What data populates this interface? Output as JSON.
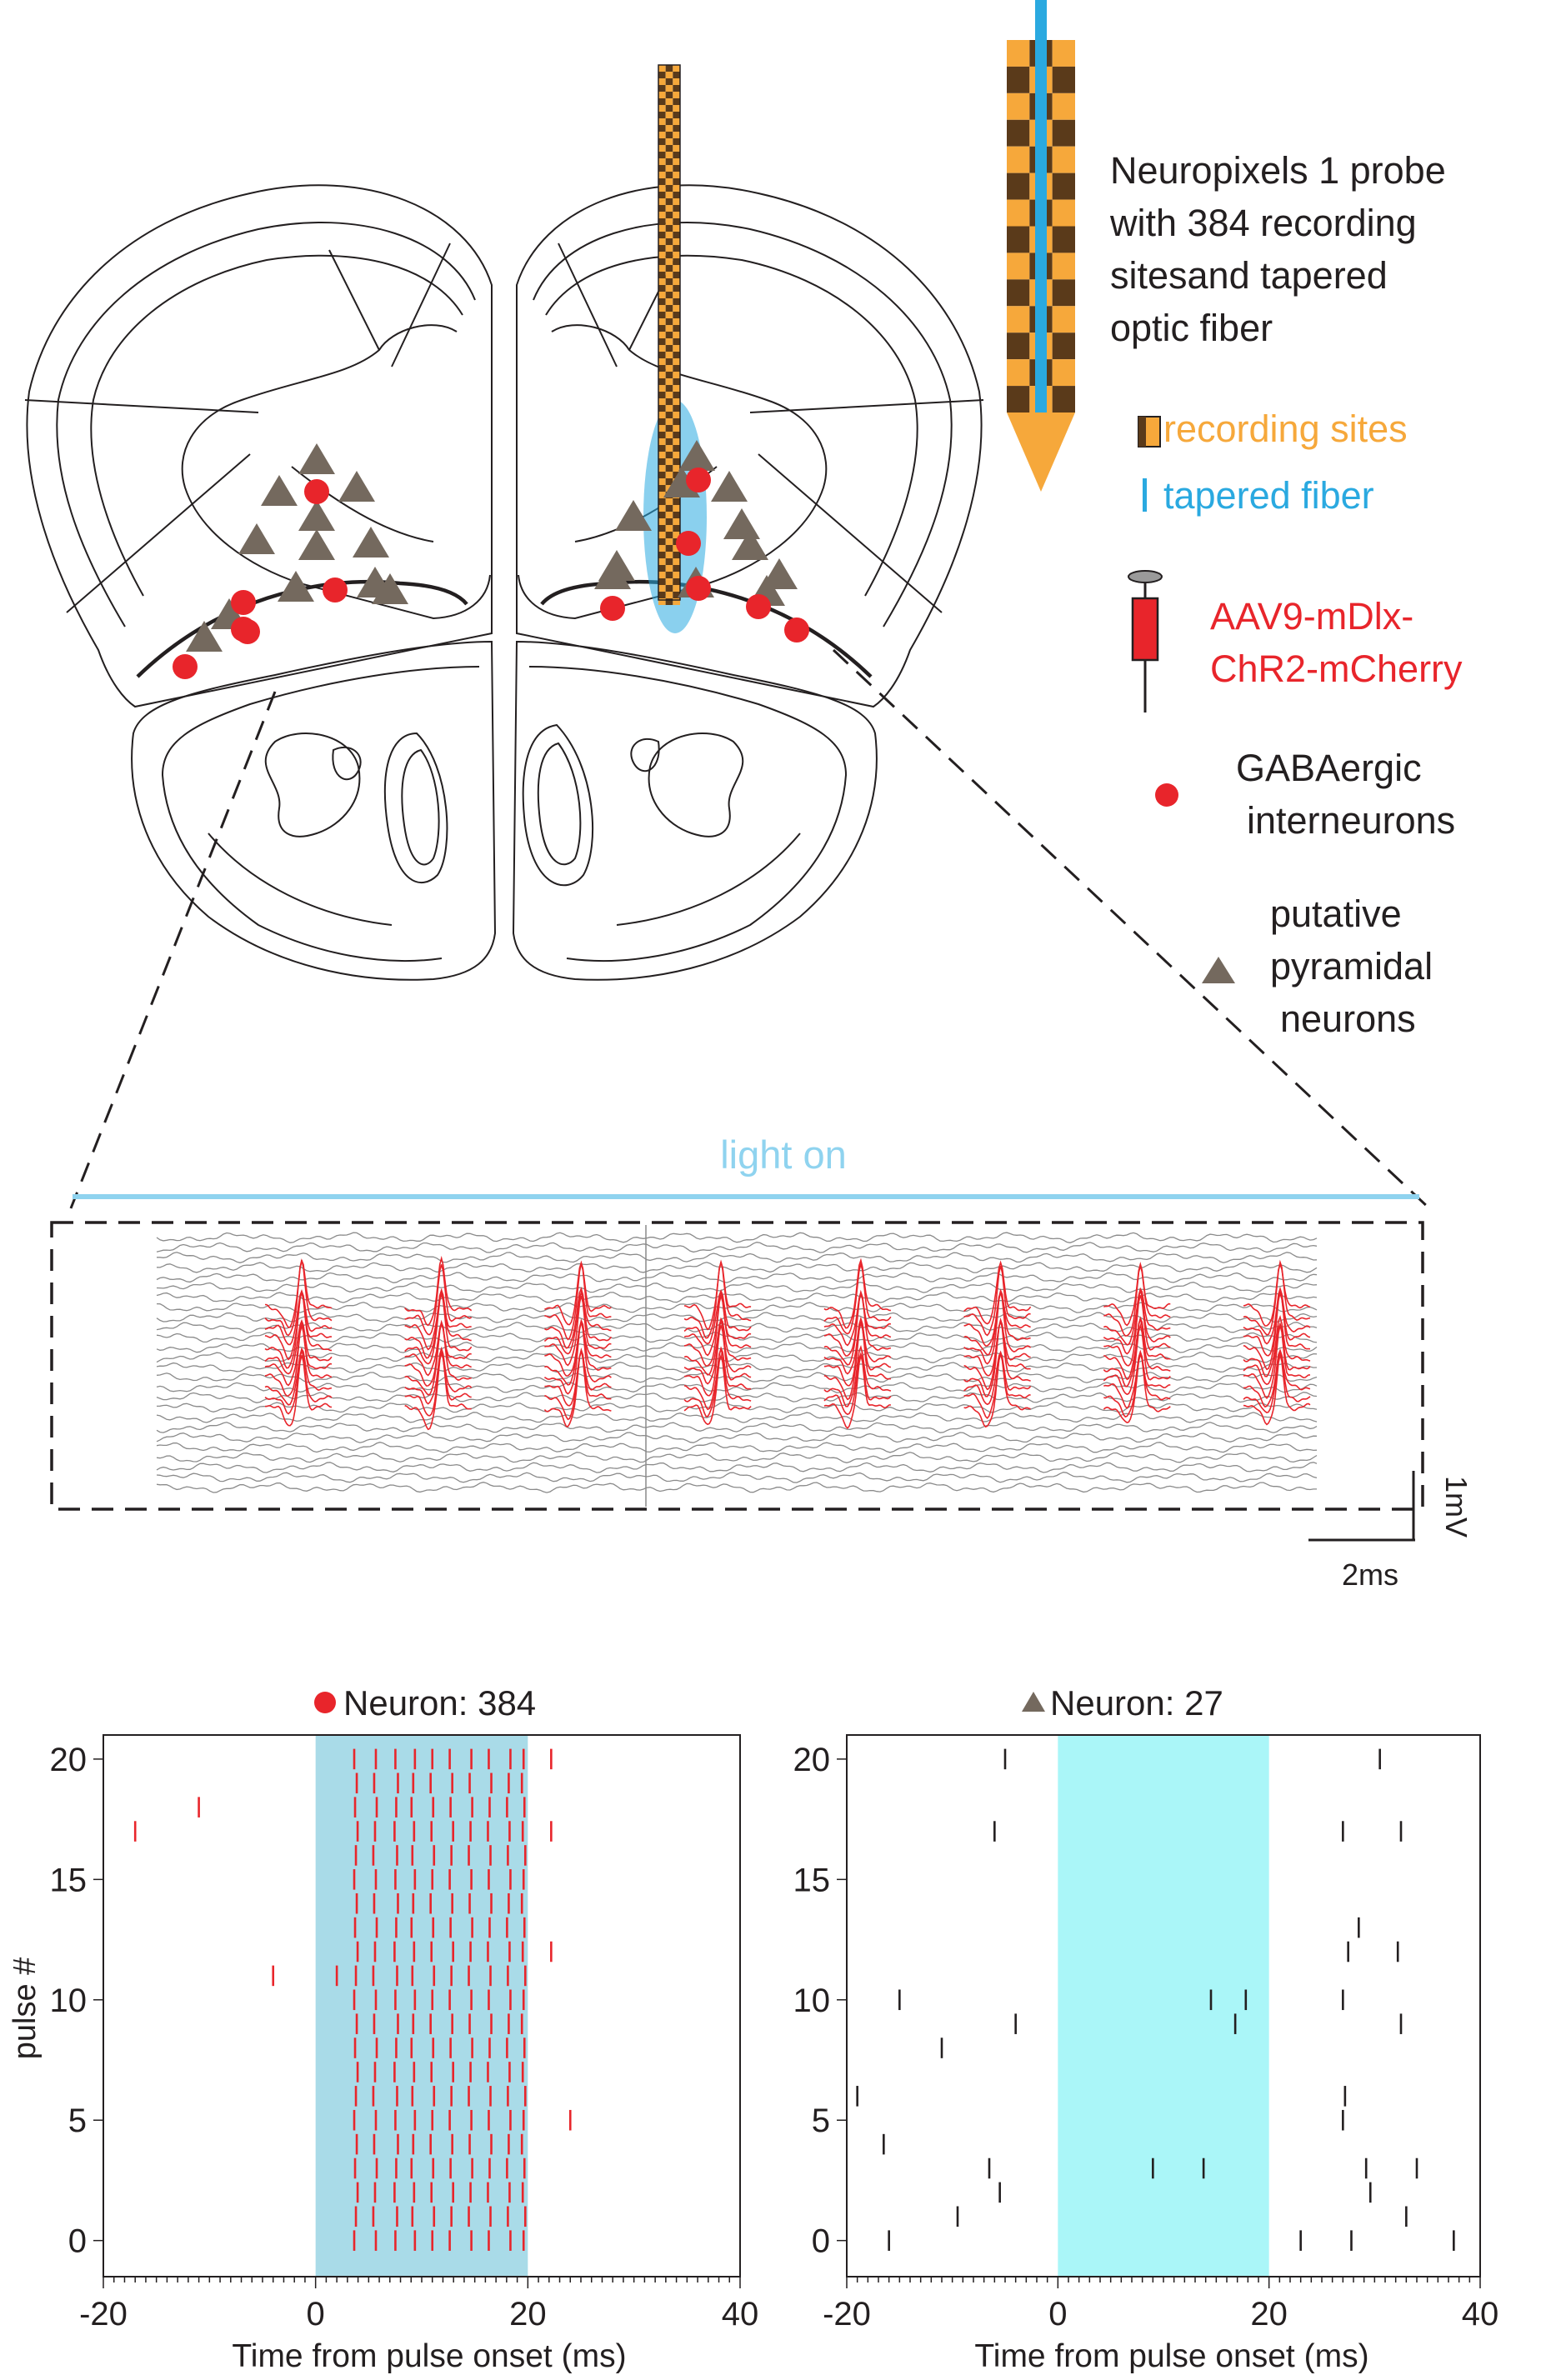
{
  "legend": {
    "probe_description": [
      "Neuropixels 1 probe",
      "with 384 recording",
      "sitesand tapered",
      "optic fiber"
    ],
    "recording_sites": "recording sites",
    "tapered_fiber": "tapered fiber",
    "virus": [
      "AAV9-mDlx-",
      "ChR2-mCherry"
    ],
    "gabaergic": [
      "GABAergic",
      "interneurons"
    ],
    "pyramidal": [
      "putative",
      "pyramidal",
      "neurons"
    ]
  },
  "trace": {
    "light_label": "light on",
    "scale_v": "1mV",
    "scale_t": "2ms",
    "spike_count": 8,
    "channel_count": 26
  },
  "colors": {
    "interneuron": "#e8252b",
    "pyramidal": "#74695e",
    "fiber": "#2aa9e0",
    "recording_site": "#f6a83b",
    "light_bar": "#8fd3ef",
    "shade_left": "#a9dbe8",
    "shade_right": "#aaf6f8",
    "text_red": "#e8252b",
    "text_blue": "#2aa9e0",
    "text_orange": "#f6a83b"
  },
  "chart_data": [
    {
      "type": "scatter",
      "title": "Neuron: 384",
      "marker": "circle",
      "xlabel": "Time from pulse onset (ms)",
      "ylabel": "pulse #",
      "xlim": [
        -20,
        40
      ],
      "ylim": [
        -1.5,
        21
      ],
      "xticks": [
        -20,
        0,
        20,
        40
      ],
      "xtick_labels": [
        "-20",
        "0",
        "20",
        "40"
      ],
      "yticks": [
        0,
        5,
        10,
        15,
        20
      ],
      "light_window": [
        0,
        20
      ],
      "spike_color": "#e8252b",
      "in_window_spike_times": [
        3.8,
        5.6,
        7.6,
        9.2,
        11.0,
        12.8,
        14.6,
        16.4,
        18.2,
        19.6
      ],
      "in_window_pulses": [
        0,
        20
      ],
      "extra_spikes": [
        {
          "x": -17,
          "y": 17
        },
        {
          "x": -11,
          "y": 18
        },
        {
          "x": -4,
          "y": 11
        },
        {
          "x": 2,
          "y": 11
        },
        {
          "x": 22.2,
          "y": 20
        },
        {
          "x": 22.2,
          "y": 17
        },
        {
          "x": 22.2,
          "y": 12
        },
        {
          "x": 24,
          "y": 5
        }
      ]
    },
    {
      "type": "scatter",
      "title": "Neuron: 27",
      "marker": "triangle",
      "xlabel": "Time from pulse onset (ms)",
      "ylabel": "",
      "xlim": [
        -20,
        40
      ],
      "ylim": [
        -1.5,
        21
      ],
      "xticks": [
        -20,
        0,
        20,
        40
      ],
      "xtick_labels": [
        "-20",
        "0",
        "20",
        "40"
      ],
      "yticks": [
        0,
        5,
        10,
        15,
        20
      ],
      "light_window": [
        0,
        20
      ],
      "spike_color": "#231f20",
      "extra_spikes": [
        {
          "x": -5,
          "y": 20
        },
        {
          "x": -6,
          "y": 17
        },
        {
          "x": -4,
          "y": 9
        },
        {
          "x": -15,
          "y": 10
        },
        {
          "x": -11,
          "y": 8
        },
        {
          "x": -19,
          "y": 6
        },
        {
          "x": -16.5,
          "y": 4
        },
        {
          "x": -6.5,
          "y": 3
        },
        {
          "x": -5.5,
          "y": 2
        },
        {
          "x": -9.5,
          "y": 1
        },
        {
          "x": -16,
          "y": 0
        },
        {
          "x": 9,
          "y": 3
        },
        {
          "x": 13.8,
          "y": 3
        },
        {
          "x": 14.5,
          "y": 10
        },
        {
          "x": 16.8,
          "y": 9
        },
        {
          "x": 17.8,
          "y": 10
        },
        {
          "x": 30.5,
          "y": 20
        },
        {
          "x": 27,
          "y": 17
        },
        {
          "x": 32.5,
          "y": 17
        },
        {
          "x": 28.5,
          "y": 13
        },
        {
          "x": 27.5,
          "y": 12
        },
        {
          "x": 32.2,
          "y": 12
        },
        {
          "x": 27,
          "y": 10
        },
        {
          "x": 32.5,
          "y": 9
        },
        {
          "x": 27.2,
          "y": 6
        },
        {
          "x": 27,
          "y": 5
        },
        {
          "x": 29.2,
          "y": 3
        },
        {
          "x": 34,
          "y": 3
        },
        {
          "x": 29.6,
          "y": 2
        },
        {
          "x": 33,
          "y": 1
        },
        {
          "x": 23,
          "y": 0
        },
        {
          "x": 27.8,
          "y": 0
        },
        {
          "x": 37.5,
          "y": 0
        }
      ]
    }
  ]
}
